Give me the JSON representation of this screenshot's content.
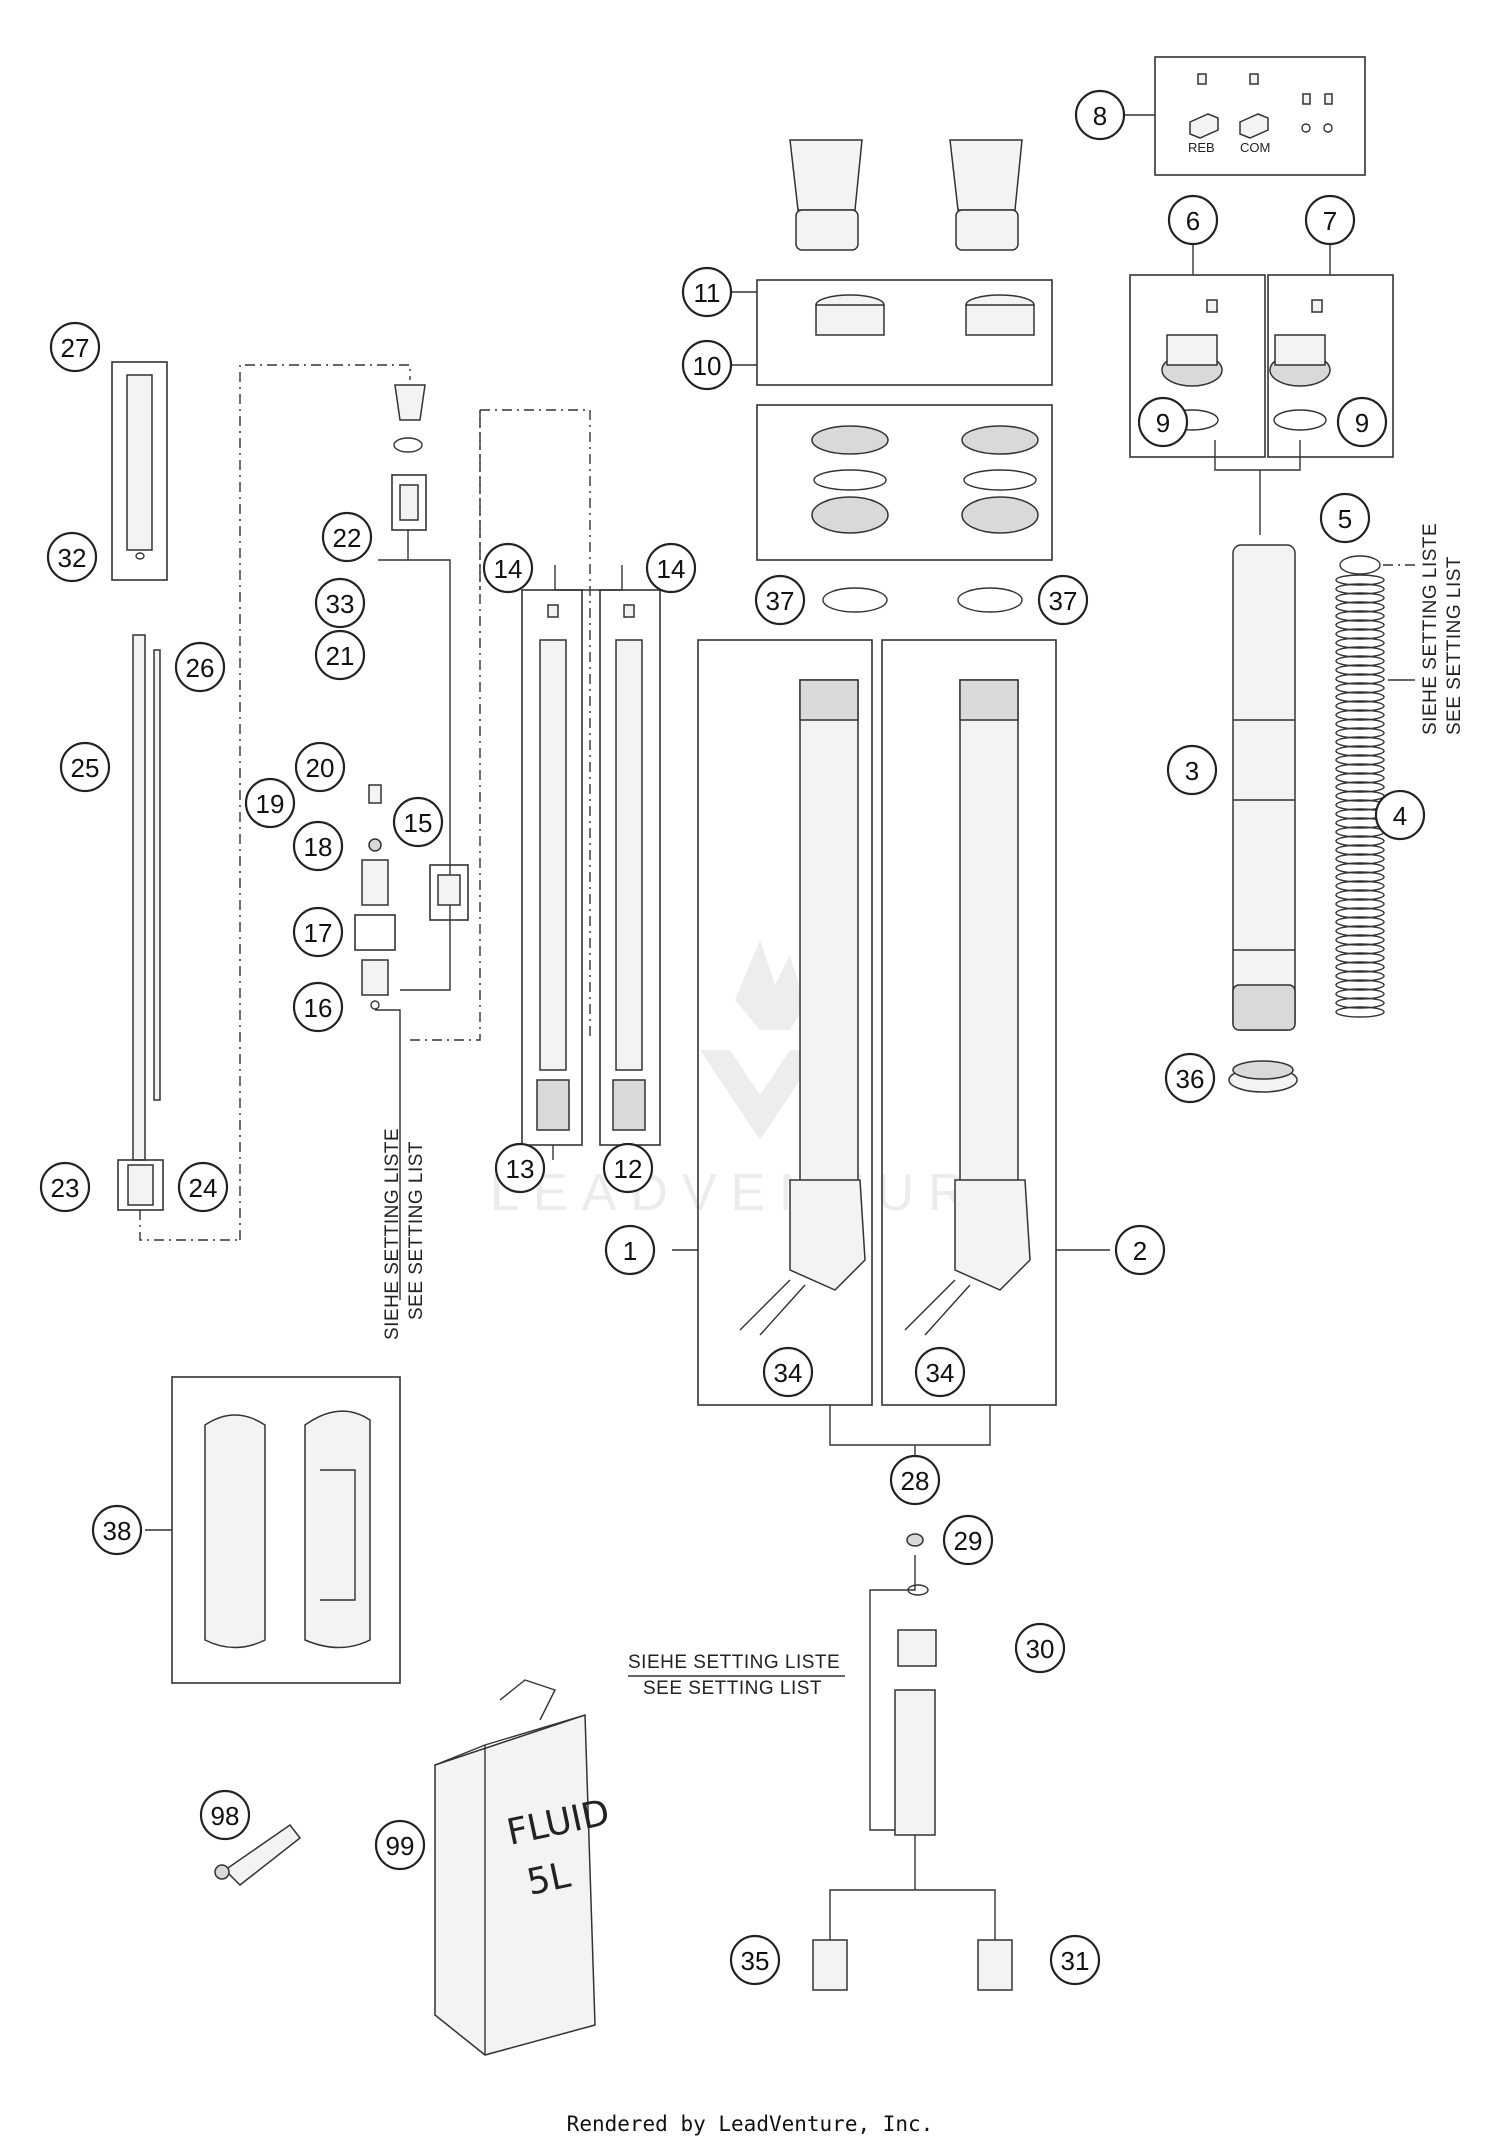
{
  "callouts": [
    {
      "n": "1"
    },
    {
      "n": "2"
    },
    {
      "n": "3"
    },
    {
      "n": "4"
    },
    {
      "n": "5"
    },
    {
      "n": "6"
    },
    {
      "n": "7"
    },
    {
      "n": "8"
    },
    {
      "n": "9"
    },
    {
      "n": "9"
    },
    {
      "n": "10"
    },
    {
      "n": "11"
    },
    {
      "n": "12"
    },
    {
      "n": "13"
    },
    {
      "n": "14"
    },
    {
      "n": "14"
    },
    {
      "n": "15"
    },
    {
      "n": "16"
    },
    {
      "n": "17"
    },
    {
      "n": "18"
    },
    {
      "n": "19"
    },
    {
      "n": "20"
    },
    {
      "n": "21"
    },
    {
      "n": "22"
    },
    {
      "n": "23"
    },
    {
      "n": "24"
    },
    {
      "n": "25"
    },
    {
      "n": "26"
    },
    {
      "n": "27"
    },
    {
      "n": "28"
    },
    {
      "n": "29"
    },
    {
      "n": "30"
    },
    {
      "n": "31"
    },
    {
      "n": "32"
    },
    {
      "n": "33"
    },
    {
      "n": "34"
    },
    {
      "n": "34"
    },
    {
      "n": "35"
    },
    {
      "n": "36"
    },
    {
      "n": "37"
    },
    {
      "n": "37"
    },
    {
      "n": "38"
    },
    {
      "n": "98"
    },
    {
      "n": "99"
    }
  ],
  "labels": {
    "reb": "REB",
    "com": "COM",
    "siehe_setting_liste": "SIEHE SETTING LISTE",
    "see_setting_list": "SEE SETTING LIST",
    "fluid_line1": "FLUID",
    "fluid_line2": "5L"
  },
  "watermark": "LEADVENTURE",
  "footer": "Rendered by LeadVenture, Inc."
}
